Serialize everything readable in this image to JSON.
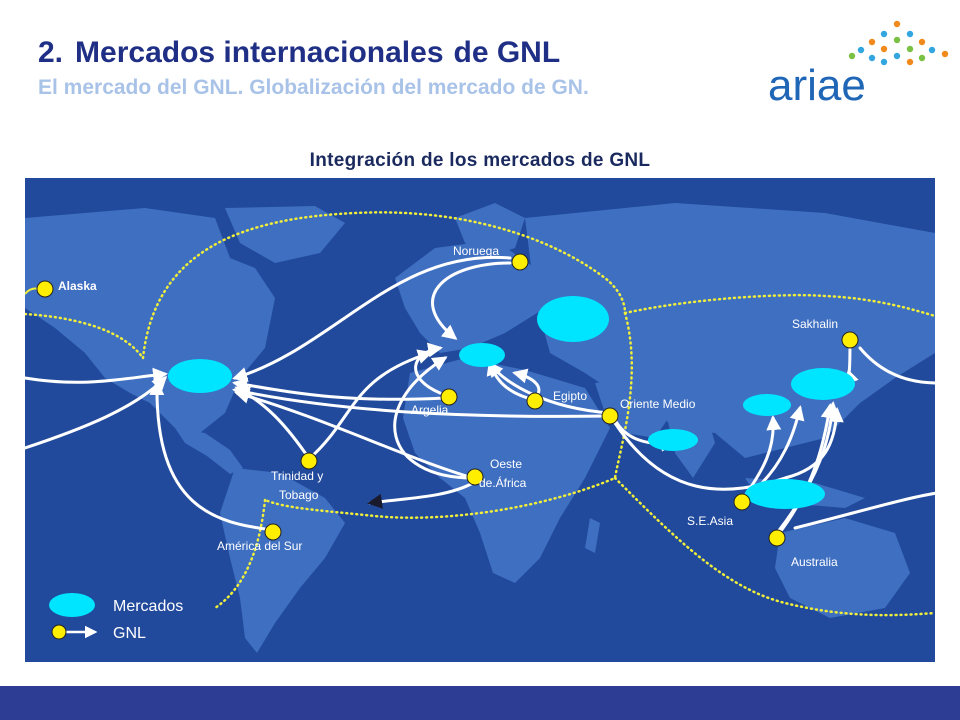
{
  "header": {
    "title_number": "2.",
    "title_part1": "Mercados internacionales",
    "title_part2": "de GNL",
    "subtitle": "El mercado del GNL. Globalización del mercado de GN.",
    "logo_text": "ariae"
  },
  "map": {
    "title": "Integración de los mercados de GNL",
    "labels": {
      "alaska": "Alaska",
      "noruega": "Noruega",
      "sakhalin": "Sakhalin",
      "egipto": "Egipto",
      "argelia": "Argelia",
      "oriente_medio": "Oriente Medio",
      "oeste_africa_1": "Oeste",
      "oeste_africa_2": "de.África",
      "trinidad_1": "Trinidad y",
      "trinidad_2": "Tobago",
      "america_sur": "América del Sur",
      "se_asia": "S.E.Asia",
      "australia": "Australia"
    },
    "legend": {
      "mercados": "Mercados",
      "gnl": "GNL"
    }
  },
  "colors": {
    "title": "#1f2f86",
    "subtitle": "#a9c3e8",
    "ocean": "#214a9c",
    "land": "#3f6fc0",
    "market": "#00e5ff",
    "supply": "#ffee00",
    "route": "#ffffff",
    "dotted_line": "#f0ee3a",
    "footer": "#2e3d94"
  }
}
